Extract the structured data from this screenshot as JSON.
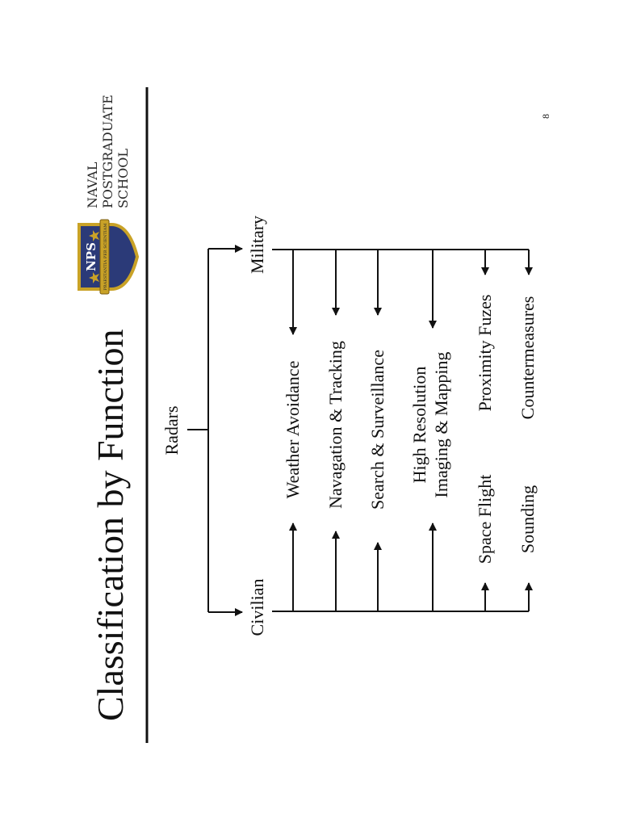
{
  "slide": {
    "title": "Classification by Function",
    "page_number": "8"
  },
  "logo": {
    "initials": "NPS",
    "motto": "PRAESTANTIA PER SCIENTIAM",
    "name_lines": [
      "NAVAL",
      "POSTGRADUATE",
      "SCHOOL"
    ]
  },
  "diagram": {
    "root": "Radars",
    "civilian": "Civilian",
    "military": "Military",
    "functions": {
      "weather": "Weather Avoidance",
      "navigation": "Navagation & Tracking",
      "search": "Search & Surveillance",
      "imaging_line1": "High Resolution",
      "imaging_line2": "Imaging & Mapping",
      "space": "Space Flight",
      "sounding": "Sounding",
      "proximity": "Proximity Fuzes",
      "countermeasures": "Countermeasures"
    }
  },
  "colors": {
    "ink": "#111111",
    "logo_navy": "#2b3a78",
    "logo_gold": "#c9a227"
  }
}
